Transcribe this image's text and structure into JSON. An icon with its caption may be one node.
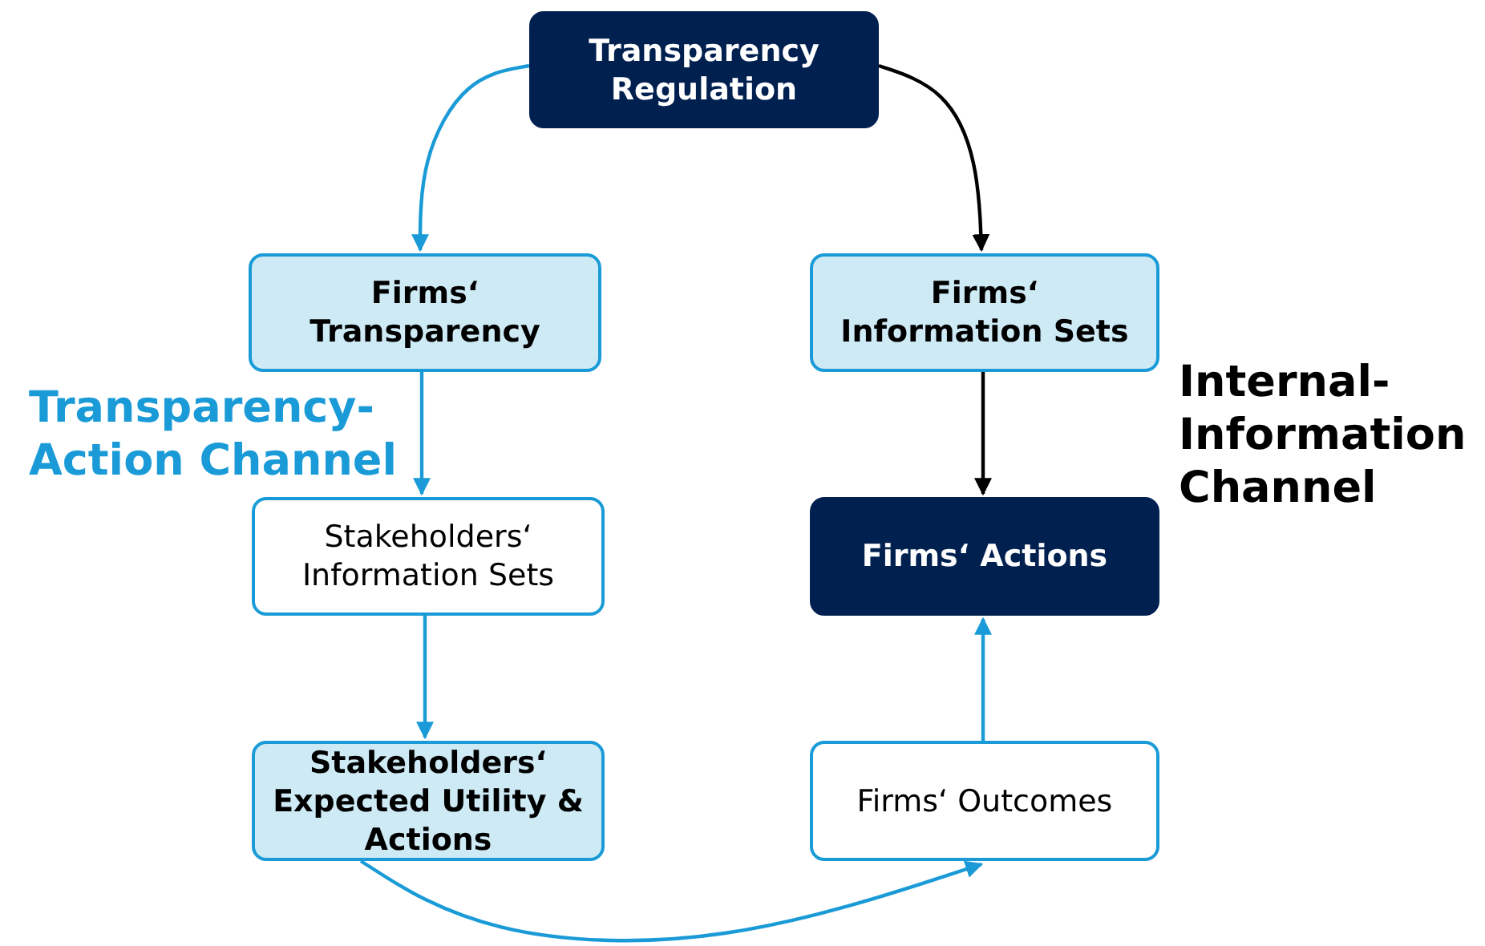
{
  "diagram": {
    "nodes": [
      {
        "text": [
          "Transparency Regulation"
        ]
      },
      {
        "text": [
          "Firms‘ Transparency"
        ]
      },
      {
        "text": [
          "Firms‘ Information Sets"
        ]
      },
      {
        "text": [
          "Stakeholders‘ Information Sets"
        ]
      },
      {
        "text": [
          "Firms‘ Actions"
        ]
      },
      {
        "text": [
          "Stakeholders‘ Expected Utility & Actions"
        ]
      },
      {
        "text": [
          "Firms‘ Outcomes"
        ]
      }
    ],
    "edges": [
      {
        "from": 0,
        "to": 1,
        "arrow": "to"
      },
      {
        "from": 0,
        "to": 2,
        "arrow": "to",
        "color": "#000000"
      },
      {
        "from": 1,
        "to": 3,
        "arrow": "to"
      },
      {
        "from": 2,
        "to": 4,
        "arrow": "to",
        "color": "#000000"
      },
      {
        "from": 3,
        "to": 5,
        "arrow": "to"
      },
      {
        "from": 5,
        "to": 6,
        "arrow": "to"
      },
      {
        "from": 6,
        "to": 4,
        "arrow": "to"
      }
    ],
    "labels": [
      "Transparency-Action Channel",
      "Internal-Information Channel"
    ]
  }
}
